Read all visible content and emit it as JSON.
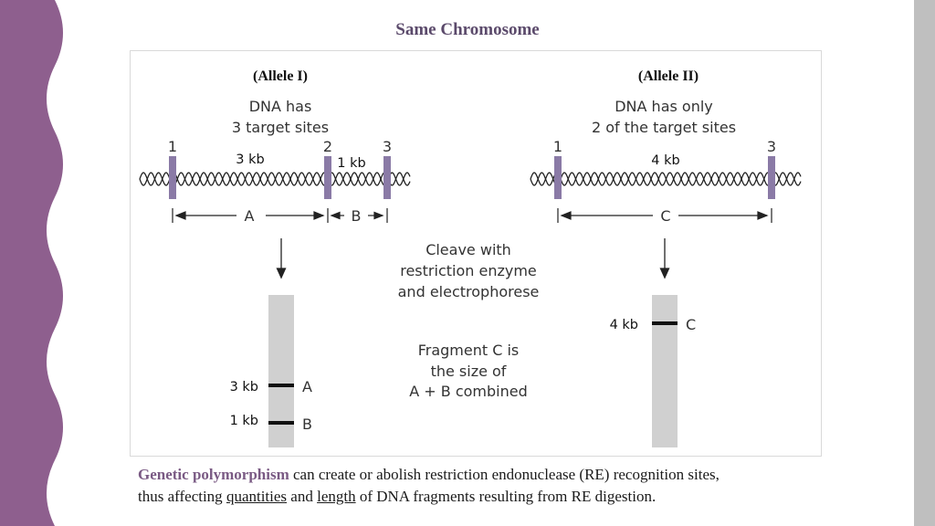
{
  "title": "Same Chromosome",
  "allele1": {
    "label": "(Allele I)",
    "desc_line1": "DNA has",
    "desc_line2": "3 target sites",
    "sites": [
      "1",
      "2",
      "3"
    ],
    "seg_labels": [
      "3 kb",
      "1 kb"
    ],
    "fragments": [
      "A",
      "B"
    ],
    "gel_bands": [
      {
        "size": "3 kb",
        "name": "A"
      },
      {
        "size": "1 kb",
        "name": "B"
      }
    ]
  },
  "allele2": {
    "label": "(Allele II)",
    "desc_line1": "DNA has only",
    "desc_line2": "2 of the target sites",
    "sites": [
      "1",
      "3"
    ],
    "seg_label": "4 kb",
    "fragment": "C",
    "gel_band": {
      "size": "4 kb",
      "name": "C"
    }
  },
  "middle": {
    "cleave_lines": [
      "Cleave with",
      "restriction enzyme",
      "and electrophorese"
    ],
    "fragment_lines": [
      "Fragment C is",
      "the size of",
      "A + B combined"
    ]
  },
  "caption": {
    "term": "Genetic polymorphism",
    "text1": " can create or abolish restriction endonuclease (RE) recognition sites,",
    "text2": "thus affecting ",
    "word_quantities": "quantities",
    "text3": " and ",
    "word_length": "length",
    "text4": " of DNA fragments resulting from RE digestion."
  },
  "colors": {
    "accent": "#8e5f8e",
    "site_marker": "#8a7aa6",
    "gel_lane": "#d0d0d0",
    "title": "#5b4a6b"
  }
}
